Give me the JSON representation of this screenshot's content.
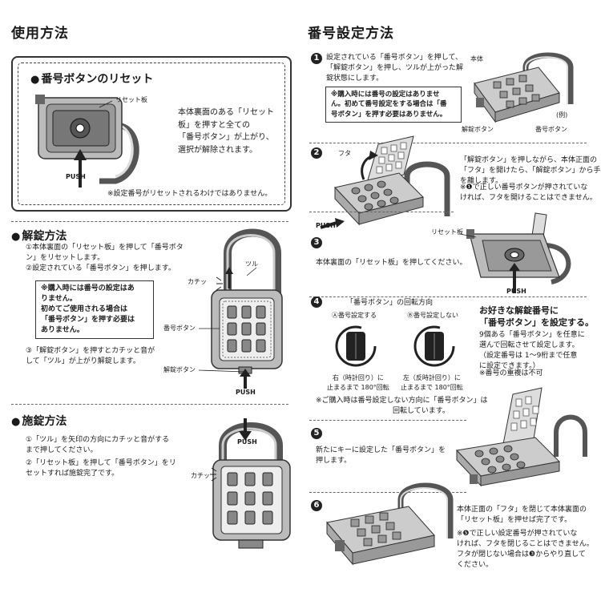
{
  "left": {
    "title": "使用方法",
    "reset": {
      "heading": "番号ボタンのリセット",
      "plate_label": "リセット板",
      "push": "PUSH",
      "body": [
        "本体裏面のある「リセット",
        "板」を押すと全ての",
        "「番号ボタン」が上がり、",
        "選択が解除されます。"
      ],
      "footnote": "※設定番号がリセットされるわけではありません。"
    },
    "unlock": {
      "heading": "解錠方法",
      "step1": [
        "①本体裏面の「リセット板」を押して「番号ボタ",
        "ン」をリセットします。"
      ],
      "step2": "②設定されている「番号ボタン」を押します。",
      "note": [
        "※購入時には番号の設定はあ",
        "りません。",
        "初めてご使用される場合は",
        "「番号ボタン」を押す必要は",
        "ありません。"
      ],
      "step3": [
        "③「解錠ボタン」を押すとカチッと音が",
        "して「ツル」が上がり解錠します。"
      ],
      "label_click": "カチッ",
      "label_shackle": "ツル",
      "label_number_button": "番号ボタン",
      "label_unlock_button": "解錠ボタン",
      "push": "PUSH"
    },
    "lock": {
      "heading": "施錠方法",
      "step1": [
        "①「ツル」を矢印の方向にカチッと音がする",
        "まで押してください。"
      ],
      "step2": [
        "②「リセット板」を押して「番号ボタン」をリ",
        "セットすれば施錠完了です。"
      ],
      "push": "PUSH",
      "label_click": "カチッ"
    }
  },
  "right": {
    "title": "番号設定方法",
    "s1": {
      "num": "1",
      "text": [
        "設定されている「番号ボタン」を押して、",
        "「解錠ボタン」を押し、ツルが上がった解",
        "錠状態にします。"
      ],
      "note": [
        "※購入時には番号の設定はありませ",
        "ん。初めて番号設定をする場合は「番",
        "号ボタン」を押す必要はありません。"
      ],
      "label_body": "本体",
      "label_example": "(例)",
      "label_unlock_button": "解錠ボタン",
      "label_number_button": "番号ボタン"
    },
    "s2": {
      "num": "2",
      "label_lid": "フタ",
      "push": "PUSH",
      "text": [
        "「解錠ボタン」を押しながら、本体正面の",
        "「フタ」を開けたら、「解錠ボタン」から手",
        "を離します。"
      ],
      "note": [
        "※❶で正しい番号ボタンが押されていな",
        "ければ、フタを開けることはできません。"
      ]
    },
    "s3": {
      "num": "3",
      "text": "本体裏面の「リセット板」を押してください。",
      "label_plate": "リセット板",
      "push": "PUSH"
    },
    "s4": {
      "num": "4",
      "heading": "「番号ボタン」の回転方向",
      "a_label": "Ⓐ番号設定する",
      "b_label": "Ⓑ番号設定しない",
      "a_caption": [
        "右（時計回り）に",
        "止まるまで 180°回転"
      ],
      "b_caption": [
        "左（反時計回り）に",
        "止まるまで 180°回転"
      ],
      "note": [
        "※ご購入時は番号設定しない方向に「番号ボタン」は",
        "回転しています。"
      ],
      "side_heading": [
        "お好きな解錠番号に",
        "「番号ボタン」を設定する。"
      ],
      "side_text": [
        "9個ある「番号ボタン」を任意に",
        "選んで回転させて設定します。",
        "（設定番号は 1～9桁まで任意",
        "に設定できます。）"
      ],
      "side_note": "※番号の重複は不可"
    },
    "s5": {
      "num": "5",
      "text": [
        "新たにキーに設定した「番号ボタン」を",
        "押します。"
      ]
    },
    "s6": {
      "num": "6",
      "text": [
        "本体正面の「フタ」を閉じて本体裏面の",
        "「リセット板」を押せば完了です。"
      ],
      "note": [
        "※❺で正しい設定番号が押されていな",
        "ければ、フタを閉じることはできません。",
        "フタが閉じない場合は❸からやり直して",
        "ください。"
      ]
    }
  }
}
